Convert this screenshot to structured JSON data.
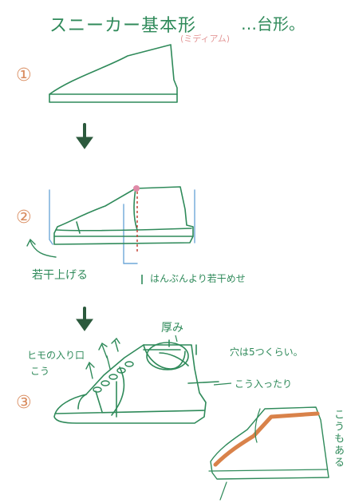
{
  "title": "スニーカー基本形",
  "subtitle": "(ミディアム)",
  "title_suffix": "…台形。",
  "steps": [
    {
      "number": "①"
    },
    {
      "number": "②",
      "labels": [
        "若干上げる",
        "はんぶんより若干めせ"
      ]
    },
    {
      "number": "③",
      "labels": [
        "ヒモの入り口",
        "こう",
        "厚み",
        "穴は5つくらい。",
        "こう入ったり",
        "こうもある"
      ]
    }
  ],
  "colors": {
    "ink": "#2f8a5a",
    "ink_dark": "#2c5a3d",
    "step_number": "#d98c5f",
    "subtitle": "#e49a9a",
    "guide_blue": "#6fa8d8",
    "accent_orange": "#d9824a",
    "marker_red": "#c0392b",
    "pink_dot": "#e08aa8"
  }
}
